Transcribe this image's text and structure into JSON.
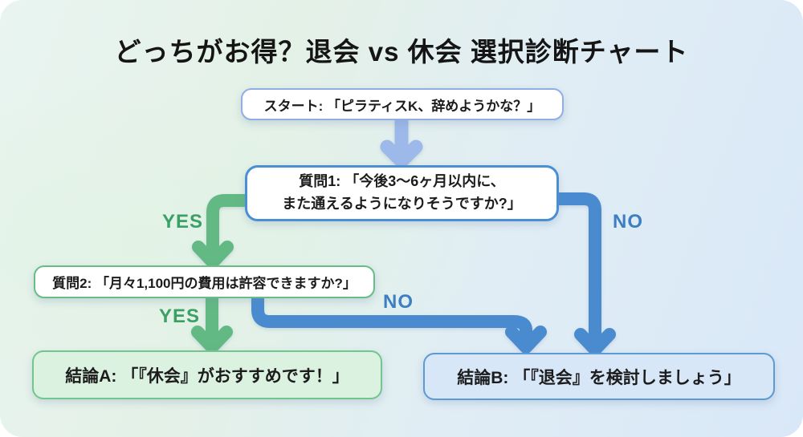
{
  "title": "どっちがお得？退会 vs 休会 選択診断チャート",
  "nodes": {
    "start": {
      "label": "スタート: 「ピラティスK、辞めようかな？」"
    },
    "question1": {
      "line1": "質問1: 「今後3〜6ヶ月以内に、",
      "line2": "また通えるようになりそうですか?」"
    },
    "question2": {
      "label": "質問2: 「月々1,100円の費用は許容できますか?」"
    },
    "conclusion_a": {
      "label": "結論A: 「『休会』がおすすめです！」"
    },
    "conclusion_b": {
      "label": "結論B: 「『退会』を検討しましょう」"
    }
  },
  "edges": {
    "q1_yes_label": "YES",
    "q1_no_label": "NO",
    "q2_yes_label": "YES",
    "q2_no_label": "NO"
  },
  "colors": {
    "arrow-green": "#63b983",
    "arrow-blue": "#4a8bd0",
    "arrow-periwinkle": "#9db9ea",
    "label-green": "#3aa065",
    "label-blue": "#3d7fc1",
    "border-blue-strong": "#4a8fd3",
    "border-blue-mid": "#5b9ad2",
    "border-blue-light": "#8fafe4",
    "border-green": "#67bd84",
    "border-green-strong": "#72c58c",
    "fill-green-light": "#dcf2e1",
    "fill-blue-light": "#d7e7f8"
  }
}
